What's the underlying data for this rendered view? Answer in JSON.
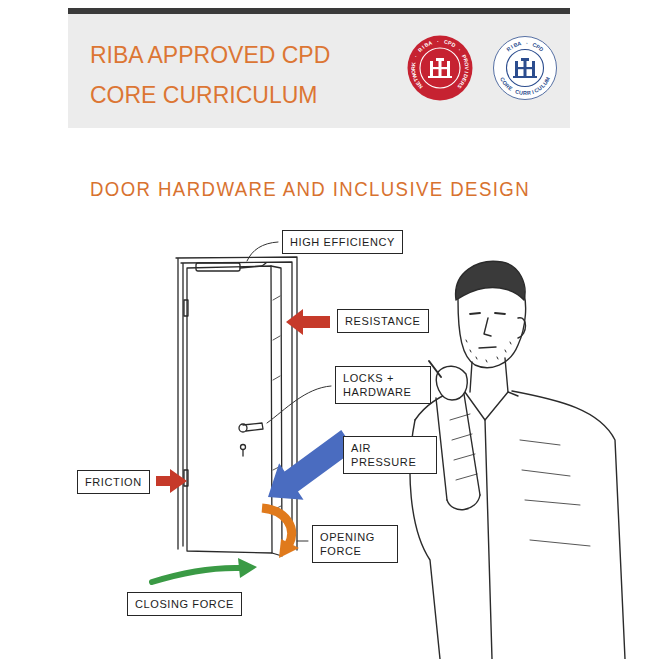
{
  "diagram": {
    "title": "DOOR HARDWARE AND INCLUSIVE DESIGN",
    "nodes": [
      {
        "text": [
          "RIBA APPROVED CPD CORE CURRICULUM"
        ]
      },
      {
        "text": [
          "NETWORK · RIBA · CPD · PROVIDERS"
        ],
        "in": 0
      },
      {
        "text": [
          "RIBA · CPD",
          "CORE CURRICULUM"
        ],
        "in": 0
      },
      {
        "text": [
          "HIGH EFFICIENCY"
        ]
      },
      {
        "text": [
          "RESISTANCE"
        ]
      },
      {
        "text": [
          "LOCKS + HARDWARE"
        ]
      },
      {
        "text": [
          "AIR PRESSURE"
        ]
      },
      {
        "text": [
          "FRICTION"
        ]
      },
      {
        "text": [
          "OPENING FORCE"
        ]
      },
      {
        "text": [
          "CLOSING FORCE"
        ]
      }
    ]
  }
}
